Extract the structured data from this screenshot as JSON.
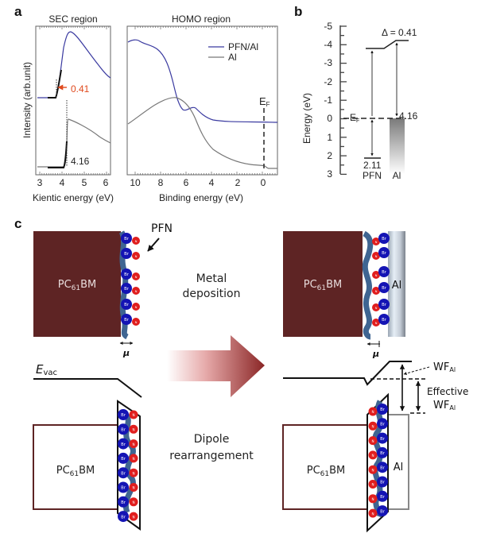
{
  "panels": {
    "a": {
      "label": "a",
      "sec": {
        "title": "SEC region",
        "ylabel": "Intensity (arb.unit)",
        "xlabel": "Kientic energy (eV)",
        "xticks": [
          "3",
          "4",
          "5",
          "6"
        ],
        "shift_annotation": "0.41",
        "onset_annotation": "4.16"
      },
      "homo": {
        "title": "HOMO region",
        "xlabel": "Binding energy (eV)",
        "xticks": [
          "10",
          "8",
          "6",
          "4",
          "2",
          "0"
        ],
        "fermi_label": "E",
        "fermi_sub": "F",
        "legend": [
          {
            "name": "PFN/Al",
            "color": "#3a3aa0"
          },
          {
            "name": "Al",
            "color": "#777777"
          }
        ]
      }
    },
    "b": {
      "label": "b",
      "ylabel": "Energy (eV)",
      "yticks": [
        "-5",
        "-4",
        "-3",
        "-2",
        "-1",
        "0",
        "1",
        "2",
        "3"
      ],
      "delta_label": "Δ = 0.41",
      "fermi_label": "E",
      "fermi_sub": "F",
      "al_value": "4.16",
      "pfn_value": "2.11",
      "columns": [
        "PFN",
        "Al"
      ]
    },
    "c": {
      "label": "c",
      "pfn_label": "PFN",
      "pcbm_main": "PC",
      "pcbm_sub": "61",
      "pcbm_tail": "BM",
      "al_label": "Al",
      "mu_label": "μ",
      "step1": [
        "Metal",
        "deposition"
      ],
      "step2": [
        "Dipole",
        "rearrangement"
      ],
      "evac_main": "E",
      "evac_sub": "vac",
      "wf_main": "WF",
      "wf_sub": "Al",
      "effective": "Effective",
      "br_label": "Br",
      "n_label": "N",
      "colors": {
        "pcbm": "#5e2424",
        "pfn_chain": "#3f6592",
        "br": "#1414b4",
        "n": "#e01e1e",
        "arrow": "#a83a3a"
      }
    }
  }
}
